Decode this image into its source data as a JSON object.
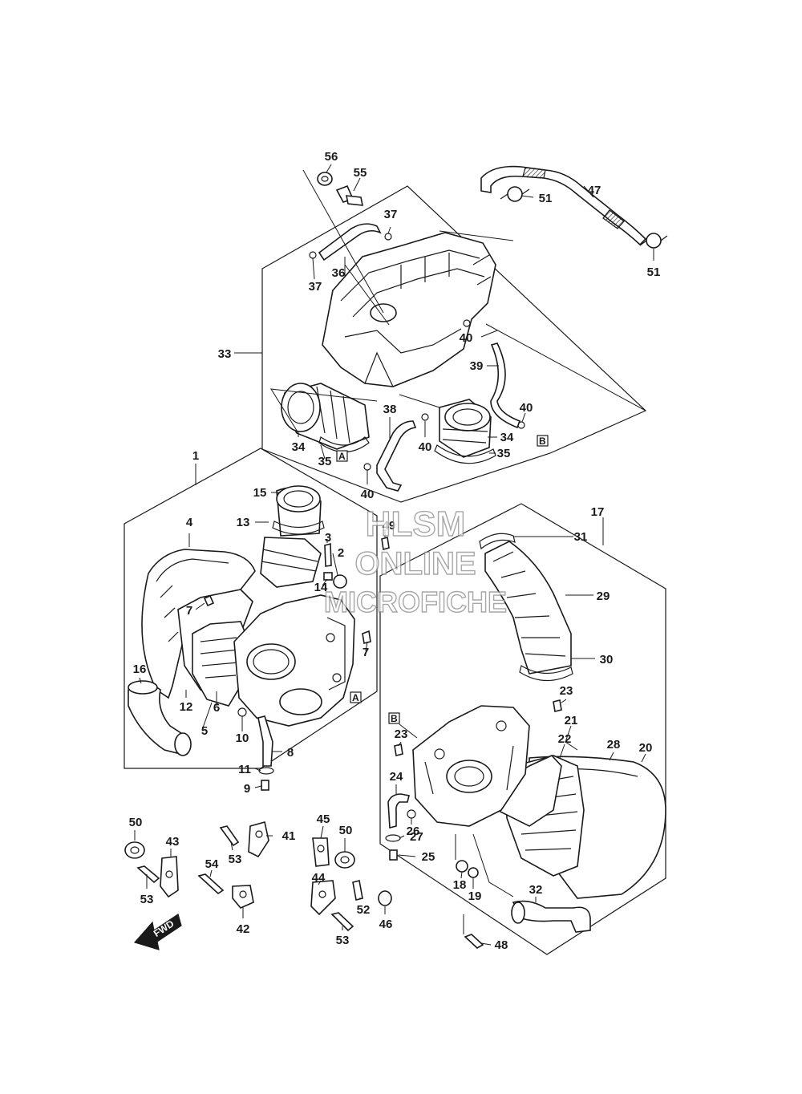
{
  "watermark": {
    "line1": "HLSM",
    "line2": "ONLINE",
    "line3": "MICROFICHE"
  },
  "direction_label": "FWD",
  "reference_labels": {
    "a": "A",
    "b": "B"
  },
  "callouts": {
    "c1": "1",
    "c2": "2",
    "c3": "3",
    "c4": "4",
    "c5": "5",
    "c6": "6",
    "c7a": "7",
    "c7b": "7",
    "c8": "8",
    "c9": "9",
    "c10": "10",
    "c11": "11",
    "c12": "12",
    "c13": "13",
    "c14": "14",
    "c15": "15",
    "c16": "16",
    "c17": "17",
    "c18": "18",
    "c19": "19",
    "c20": "20",
    "c21": "21",
    "c22": "22",
    "c23a": "23",
    "c23b": "23",
    "c24": "24",
    "c25": "25",
    "c26": "26",
    "c27": "27",
    "c28": "28",
    "c29": "29",
    "c30": "30",
    "c31": "31",
    "c32": "32",
    "c33": "33",
    "c34a": "34",
    "c34b": "34",
    "c35a": "35",
    "c35b": "35",
    "c36": "36",
    "c37a": "37",
    "c37b": "37",
    "c38": "38",
    "c39": "39",
    "c40a": "40",
    "c40b": "40",
    "c40c": "40",
    "c40d": "40",
    "c41": "41",
    "c42": "42",
    "c43": "43",
    "c44": "44",
    "c45": "45",
    "c46": "46",
    "c47": "47",
    "c48": "48",
    "c49": "49",
    "c50a": "50",
    "c50b": "50",
    "c51a": "51",
    "c51b": "51",
    "c52": "52",
    "c53a": "53",
    "c53b": "53",
    "c53c": "53",
    "c54": "54",
    "c55": "55",
    "c56": "56"
  }
}
